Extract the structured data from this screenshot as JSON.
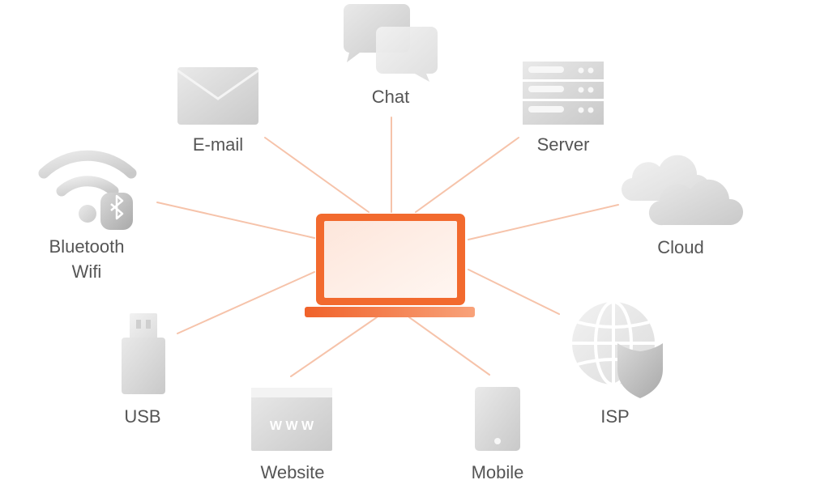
{
  "center": {
    "icon": "laptop-icon",
    "accent_color": "#f26a2e"
  },
  "connection_color": "#f6c3aa",
  "nodes": [
    {
      "id": "chat",
      "label": "Chat",
      "icon": "chat-bubbles-icon"
    },
    {
      "id": "email",
      "label": "E-mail",
      "icon": "envelope-icon"
    },
    {
      "id": "server",
      "label": "Server",
      "icon": "server-rack-icon"
    },
    {
      "id": "bluetooth-wifi",
      "label_lines": [
        "Bluetooth",
        "Wifi"
      ],
      "icon": "wifi-bluetooth-icon"
    },
    {
      "id": "cloud",
      "label": "Cloud",
      "icon": "cloud-icon"
    },
    {
      "id": "usb",
      "label": "USB",
      "icon": "usb-drive-icon"
    },
    {
      "id": "website",
      "label": "Website",
      "icon": "browser-window-icon",
      "icon_text": "W W W"
    },
    {
      "id": "mobile",
      "label": "Mobile",
      "icon": "mobile-phone-icon"
    },
    {
      "id": "isp",
      "label": "ISP",
      "icon": "globe-shield-icon"
    }
  ]
}
